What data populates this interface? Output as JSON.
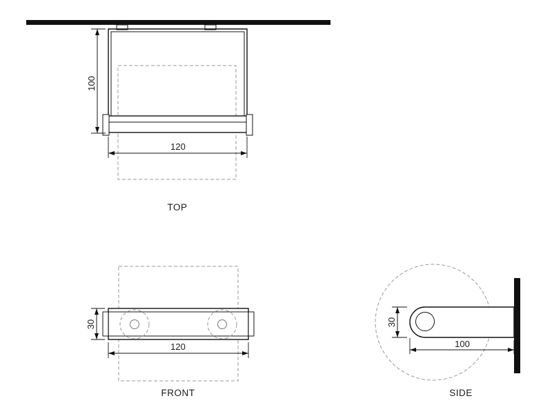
{
  "drawing": {
    "title": "bracket-three-view-drawing",
    "colors": {
      "line": "#111111",
      "hidden_line": "#999999",
      "background": "#ffffff"
    },
    "views": {
      "top": {
        "label": "TOP",
        "dims": {
          "depth": "100",
          "width": "120"
        }
      },
      "front": {
        "label": "FRONT",
        "dims": {
          "height": "30",
          "width": "120"
        }
      },
      "side": {
        "label": "SIDE",
        "dims": {
          "height": "30",
          "length": "100"
        }
      }
    }
  }
}
